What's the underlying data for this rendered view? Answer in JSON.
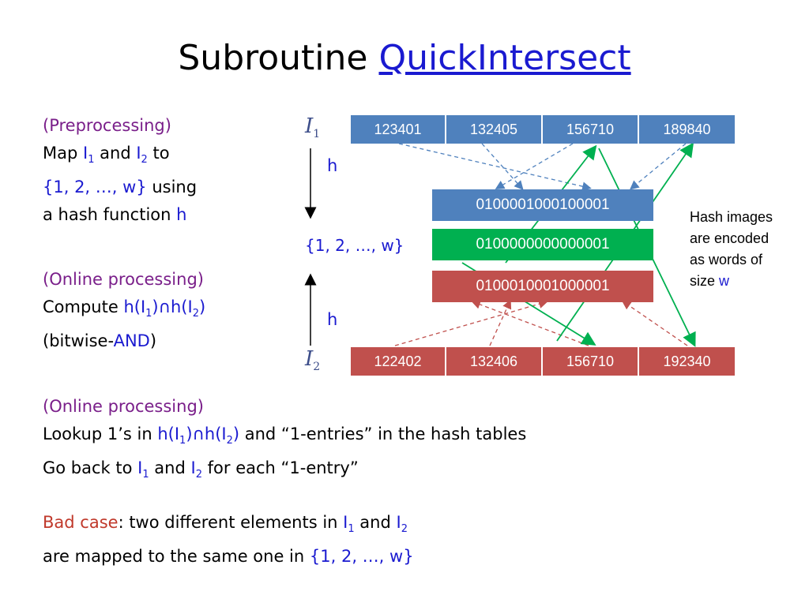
{
  "title": {
    "prefix": "Subroutine ",
    "link": "QuickIntersect"
  },
  "left": {
    "pre_label": "(Preprocessing)",
    "map_word": "Map ",
    "I": "I",
    "sub1": "1",
    "sub2": "2",
    "and": " and ",
    "to": " to",
    "set": "{1, 2, …, w}",
    "using": " using",
    "hash_line": "a hash function ",
    "h": "h",
    "online_label": "(Online processing)",
    "compute_word": "Compute ",
    "hI1_open": "h(I",
    "cap_h": ")∩h(I",
    "close": ")",
    "bitwise_open": "(bitwise-",
    "and_word": "AND",
    "bitwise_close": ")"
  },
  "diagram": {
    "I1_label": "I",
    "I1_sub": "1",
    "I2_label": "I",
    "I2_sub": "2",
    "h_top": "h",
    "h_bottom": "h",
    "set_label": "{1, 2, …, w}",
    "row_I1": [
      "123401",
      "132405",
      "156710",
      "189840"
    ],
    "row_I2": [
      "122402",
      "132406",
      "156710",
      "192340"
    ],
    "hash1": "0100001000100001",
    "hash_and": "0100000000000001",
    "hash2": "0100010001000001",
    "note_lines": [
      "Hash images",
      "are encoded",
      "as words of"
    ],
    "note_size": "size ",
    "note_w": "w",
    "colors": {
      "blue": "#4f81bd",
      "green": "#00b050",
      "red": "#c0504d"
    }
  },
  "bottom": {
    "online_label": "(Online processing)",
    "lookup_prefix": "Lookup 1’s in ",
    "lookup_suffix": " and “1-entries” in the hash tables",
    "go_back": "Go back to ",
    "for_each": " for each “1-entry”",
    "bad_case": "Bad case",
    "bad_rest": ": two different elements in ",
    "mapped": "are mapped to the same one in "
  }
}
